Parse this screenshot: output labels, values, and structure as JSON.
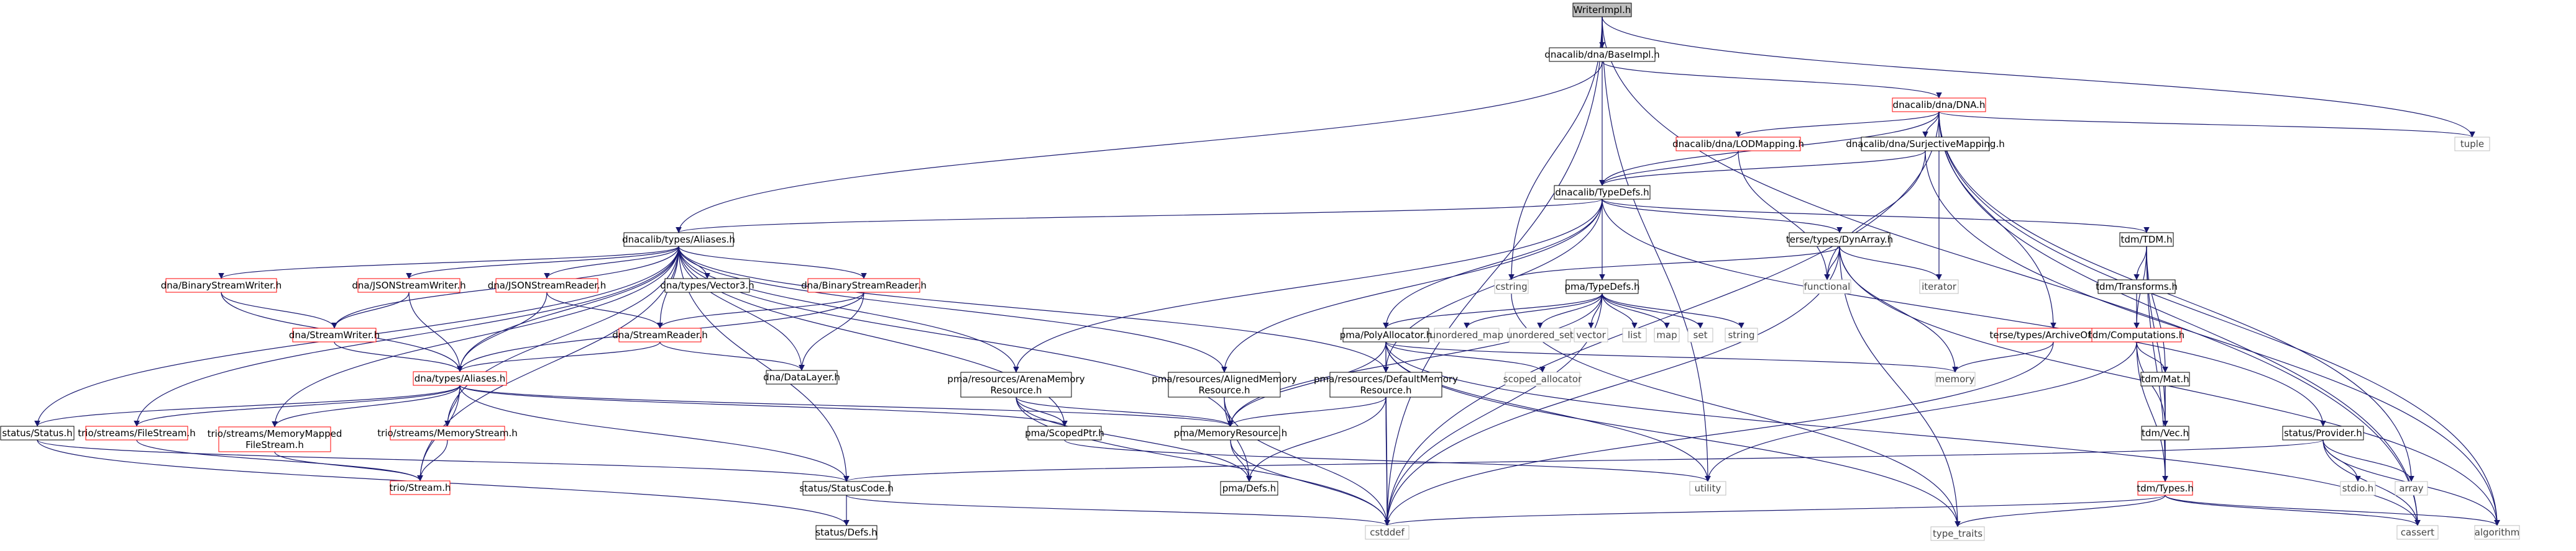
{
  "colors": {
    "edge": "#191970",
    "node_border": "#000000",
    "missing_border": "#ff0000",
    "root_fill": "#bfbfbf",
    "node_fill": "#ffffff",
    "system_text": "#000000"
  },
  "nodes": [
    {
      "id": "root",
      "label": "WriterImpl.h",
      "kind": "root"
    },
    {
      "id": "baseimpl",
      "label": "dnacalib/dna/BaseImpl.h",
      "kind": "normal"
    },
    {
      "id": "dna",
      "label": "dnacalib/dna/DNA.h",
      "kind": "missing"
    },
    {
      "id": "lod",
      "label": "dnacalib/dna/LODMapping.h",
      "kind": "missing"
    },
    {
      "id": "surj",
      "label": "dnacalib/dna/SurjectiveMapping.h",
      "kind": "normal"
    },
    {
      "id": "typedefs",
      "label": "dnacalib/TypeDefs.h",
      "kind": "normal"
    },
    {
      "id": "aliases",
      "label": "dnacalib/types/Aliases.h",
      "kind": "normal"
    },
    {
      "id": "tuple",
      "label": "tuple",
      "kind": "system"
    },
    {
      "id": "binw",
      "label": "dna/BinaryStreamWriter.h",
      "kind": "missing"
    },
    {
      "id": "jsonw",
      "label": "dna/JSONStreamWriter.h",
      "kind": "missing"
    },
    {
      "id": "jsonr",
      "label": "dna/JSONStreamReader.h",
      "kind": "missing"
    },
    {
      "id": "vec3",
      "label": "dna/types/Vector3.h",
      "kind": "normal"
    },
    {
      "id": "binr",
      "label": "dna/BinaryStreamReader.h",
      "kind": "missing"
    },
    {
      "id": "streamw",
      "label": "dna/StreamWriter.h",
      "kind": "missing"
    },
    {
      "id": "streamr",
      "label": "dna/StreamReader.h",
      "kind": "missing"
    },
    {
      "id": "datalayer",
      "label": "dna/DataLayer.h",
      "kind": "normal"
    },
    {
      "id": "dnaaliases",
      "label": "dna/types/Aliases.h",
      "kind": "missing"
    },
    {
      "id": "status",
      "label": "status/Status.h",
      "kind": "normal"
    },
    {
      "id": "filestream",
      "label": "trio/streams/FileStream.h",
      "kind": "missing"
    },
    {
      "id": "mmfs",
      "label": [
        "trio/streams/MemoryMapped",
        "FileStream.h"
      ],
      "kind": "missing"
    },
    {
      "id": "memstream",
      "label": "trio/streams/MemoryStream.h",
      "kind": "missing"
    },
    {
      "id": "triostream",
      "label": "trio/Stream.h",
      "kind": "missing"
    },
    {
      "id": "arena",
      "label": [
        "pma/resources/ArenaMemory",
        "Resource.h"
      ],
      "kind": "normal"
    },
    {
      "id": "scopedptr",
      "label": "pma/ScopedPtr.h",
      "kind": "normal"
    },
    {
      "id": "aligned",
      "label": [
        "pma/resources/AlignedMemory",
        "Resource.h"
      ],
      "kind": "normal"
    },
    {
      "id": "defaultmr",
      "label": [
        "pma/resources/DefaultMemory",
        "Resource.h"
      ],
      "kind": "normal"
    },
    {
      "id": "memres",
      "label": "pma/MemoryResource.h",
      "kind": "normal"
    },
    {
      "id": "pmadefs",
      "label": "pma/Defs.h",
      "kind": "normal"
    },
    {
      "id": "statuscode",
      "label": "status/StatusCode.h",
      "kind": "normal"
    },
    {
      "id": "statusdefs",
      "label": "status/Defs.h",
      "kind": "normal"
    },
    {
      "id": "cstddef",
      "label": "cstddef",
      "kind": "system"
    },
    {
      "id": "cstring",
      "label": "cstring",
      "kind": "system"
    },
    {
      "id": "pmatypedefs",
      "label": "pma/TypeDefs.h",
      "kind": "normal"
    },
    {
      "id": "polyalloc",
      "label": "pma/PolyAllocator.h",
      "kind": "normal"
    },
    {
      "id": "unmap",
      "label": "unordered_map",
      "kind": "system"
    },
    {
      "id": "unset",
      "label": "unordered_set",
      "kind": "system"
    },
    {
      "id": "vector",
      "label": "vector",
      "kind": "system"
    },
    {
      "id": "list",
      "label": "list",
      "kind": "system"
    },
    {
      "id": "map",
      "label": "map",
      "kind": "system"
    },
    {
      "id": "set",
      "label": "set",
      "kind": "system"
    },
    {
      "id": "string",
      "label": "string",
      "kind": "system"
    },
    {
      "id": "scopedalloc",
      "label": "scoped_allocator",
      "kind": "system"
    },
    {
      "id": "utility",
      "label": "utility",
      "kind": "system"
    },
    {
      "id": "typetraits",
      "label": "type_traits",
      "kind": "system"
    },
    {
      "id": "dynarray",
      "label": "terse/types/DynArray.h",
      "kind": "normal"
    },
    {
      "id": "functional",
      "label": "functional",
      "kind": "system"
    },
    {
      "id": "iterator",
      "label": "iterator",
      "kind": "system"
    },
    {
      "id": "memory",
      "label": "memory",
      "kind": "system"
    },
    {
      "id": "archoff",
      "label": "terse/types/ArchiveOffset.h",
      "kind": "missing"
    },
    {
      "id": "tdm",
      "label": "tdm/TDM.h",
      "kind": "normal"
    },
    {
      "id": "transforms",
      "label": "tdm/Transforms.h",
      "kind": "normal"
    },
    {
      "id": "computations",
      "label": "tdm/Computations.h",
      "kind": "missing"
    },
    {
      "id": "mat",
      "label": "tdm/Mat.h",
      "kind": "normal"
    },
    {
      "id": "vec",
      "label": "tdm/Vec.h",
      "kind": "normal"
    },
    {
      "id": "tdmtypes",
      "label": "tdm/Types.h",
      "kind": "missing"
    },
    {
      "id": "provider",
      "label": "status/Provider.h",
      "kind": "normal"
    },
    {
      "id": "stdioh",
      "label": "stdio.h",
      "kind": "system"
    },
    {
      "id": "array",
      "label": "array",
      "kind": "system"
    },
    {
      "id": "cassert",
      "label": "cassert",
      "kind": "system"
    },
    {
      "id": "algorithm",
      "label": "algorithm",
      "kind": "system"
    }
  ],
  "edges": [
    [
      "root",
      "baseimpl"
    ],
    [
      "root",
      "typedefs"
    ],
    [
      "root",
      "cstring"
    ],
    [
      "root",
      "cstddef"
    ],
    [
      "root",
      "utility"
    ],
    [
      "root",
      "tuple"
    ],
    [
      "root",
      "cassert"
    ],
    [
      "baseimpl",
      "dna"
    ],
    [
      "baseimpl",
      "aliases"
    ],
    [
      "dna",
      "lod"
    ],
    [
      "dna",
      "surj"
    ],
    [
      "dna",
      "typedefs"
    ],
    [
      "dna",
      "cstddef"
    ],
    [
      "dna",
      "iterator"
    ],
    [
      "dna",
      "archoff"
    ],
    [
      "dna",
      "array"
    ],
    [
      "dna",
      "cassert"
    ],
    [
      "dna",
      "algorithm"
    ],
    [
      "dna",
      "tuple"
    ],
    [
      "lod",
      "typedefs"
    ],
    [
      "lod",
      "functional"
    ],
    [
      "surj",
      "typedefs"
    ],
    [
      "surj",
      "functional"
    ],
    [
      "surj",
      "algorithm"
    ],
    [
      "typedefs",
      "aliases"
    ],
    [
      "typedefs",
      "pmatypedefs"
    ],
    [
      "typedefs",
      "polyalloc"
    ],
    [
      "typedefs",
      "arena"
    ],
    [
      "typedefs",
      "aligned"
    ],
    [
      "typedefs",
      "defaultmr"
    ],
    [
      "typedefs",
      "dynarray"
    ],
    [
      "typedefs",
      "tdm"
    ],
    [
      "typedefs",
      "provider"
    ],
    [
      "aliases",
      "binw"
    ],
    [
      "aliases",
      "jsonw"
    ],
    [
      "aliases",
      "jsonr"
    ],
    [
      "aliases",
      "vec3"
    ],
    [
      "aliases",
      "binr"
    ],
    [
      "aliases",
      "streamw"
    ],
    [
      "aliases",
      "streamr"
    ],
    [
      "aliases",
      "datalayer"
    ],
    [
      "aliases",
      "dnaaliases"
    ],
    [
      "aliases",
      "status"
    ],
    [
      "aliases",
      "filestream"
    ],
    [
      "aliases",
      "mmfs"
    ],
    [
      "aliases",
      "memstream"
    ],
    [
      "aliases",
      "triostream"
    ],
    [
      "aliases",
      "arena"
    ],
    [
      "aliases",
      "scopedptr"
    ],
    [
      "aliases",
      "aligned"
    ],
    [
      "aliases",
      "defaultmr"
    ],
    [
      "aliases",
      "memres"
    ],
    [
      "aliases",
      "statuscode"
    ],
    [
      "binw",
      "streamw"
    ],
    [
      "binw",
      "dnaaliases"
    ],
    [
      "jsonw",
      "streamw"
    ],
    [
      "jsonw",
      "dnaaliases"
    ],
    [
      "jsonr",
      "streamr"
    ],
    [
      "jsonr",
      "dnaaliases"
    ],
    [
      "binr",
      "streamr"
    ],
    [
      "binr",
      "dnaaliases"
    ],
    [
      "binr",
      "datalayer"
    ],
    [
      "streamw",
      "dnaaliases"
    ],
    [
      "streamr",
      "dnaaliases"
    ],
    [
      "streamr",
      "datalayer"
    ],
    [
      "dnaaliases",
      "status"
    ],
    [
      "dnaaliases",
      "filestream"
    ],
    [
      "dnaaliases",
      "mmfs"
    ],
    [
      "dnaaliases",
      "memstream"
    ],
    [
      "dnaaliases",
      "triostream"
    ],
    [
      "dnaaliases",
      "scopedptr"
    ],
    [
      "dnaaliases",
      "memres"
    ],
    [
      "dnaaliases",
      "statuscode"
    ],
    [
      "status",
      "statuscode"
    ],
    [
      "status",
      "statusdefs"
    ],
    [
      "filestream",
      "triostream"
    ],
    [
      "mmfs",
      "triostream"
    ],
    [
      "memstream",
      "triostream"
    ],
    [
      "arena",
      "memres"
    ],
    [
      "arena",
      "pmadefs"
    ],
    [
      "arena",
      "cstddef"
    ],
    [
      "arena",
      "scopedptr"
    ],
    [
      "aligned",
      "memres"
    ],
    [
      "aligned",
      "pmadefs"
    ],
    [
      "aligned",
      "cstddef"
    ],
    [
      "defaultmr",
      "memres"
    ],
    [
      "defaultmr",
      "pmadefs"
    ],
    [
      "defaultmr",
      "cstddef"
    ],
    [
      "scopedptr",
      "utility"
    ],
    [
      "memres",
      "pmadefs"
    ],
    [
      "memres",
      "cstddef"
    ],
    [
      "statuscode",
      "statusdefs"
    ],
    [
      "statuscode",
      "cstddef"
    ],
    [
      "pmatypedefs",
      "polyalloc"
    ],
    [
      "pmatypedefs",
      "unmap"
    ],
    [
      "pmatypedefs",
      "unset"
    ],
    [
      "pmatypedefs",
      "vector"
    ],
    [
      "pmatypedefs",
      "list"
    ],
    [
      "pmatypedefs",
      "map"
    ],
    [
      "pmatypedefs",
      "set"
    ],
    [
      "pmatypedefs",
      "string"
    ],
    [
      "pmatypedefs",
      "memres"
    ],
    [
      "pmatypedefs",
      "cstddef"
    ],
    [
      "polyalloc",
      "defaultmr"
    ],
    [
      "polyalloc",
      "memres"
    ],
    [
      "polyalloc",
      "scopedalloc"
    ],
    [
      "polyalloc",
      "memory"
    ],
    [
      "polyalloc",
      "utility"
    ],
    [
      "polyalloc",
      "typetraits"
    ],
    [
      "polyalloc",
      "cstddef"
    ],
    [
      "polyalloc",
      "cassert"
    ],
    [
      "dynarray",
      "cstring"
    ],
    [
      "dynarray",
      "functional"
    ],
    [
      "dynarray",
      "iterator"
    ],
    [
      "dynarray",
      "memory"
    ],
    [
      "dynarray",
      "typetraits"
    ],
    [
      "dynarray",
      "cstddef"
    ],
    [
      "dynarray",
      "algorithm"
    ],
    [
      "archoff",
      "memory"
    ],
    [
      "archoff",
      "cstddef"
    ],
    [
      "tdm",
      "transforms"
    ],
    [
      "tdm",
      "computations"
    ],
    [
      "tdm",
      "mat"
    ],
    [
      "tdm",
      "vec"
    ],
    [
      "tdm",
      "tdmtypes"
    ],
    [
      "transforms",
      "computations"
    ],
    [
      "computations",
      "mat"
    ],
    [
      "computations",
      "vec"
    ],
    [
      "computations",
      "tdmtypes"
    ],
    [
      "computations",
      "utility"
    ],
    [
      "mat",
      "vec"
    ],
    [
      "mat",
      "tdmtypes"
    ],
    [
      "vec",
      "tdmtypes"
    ],
    [
      "tdmtypes",
      "cassert"
    ],
    [
      "tdmtypes",
      "algorithm"
    ],
    [
      "tdmtypes",
      "typetraits"
    ],
    [
      "tdmtypes",
      "cstddef"
    ],
    [
      "provider",
      "statuscode"
    ],
    [
      "provider",
      "stdioh"
    ],
    [
      "provider",
      "array"
    ],
    [
      "provider",
      "cassert"
    ],
    [
      "provider",
      "algorithm"
    ],
    [
      "cstring",
      "typetraits"
    ]
  ]
}
